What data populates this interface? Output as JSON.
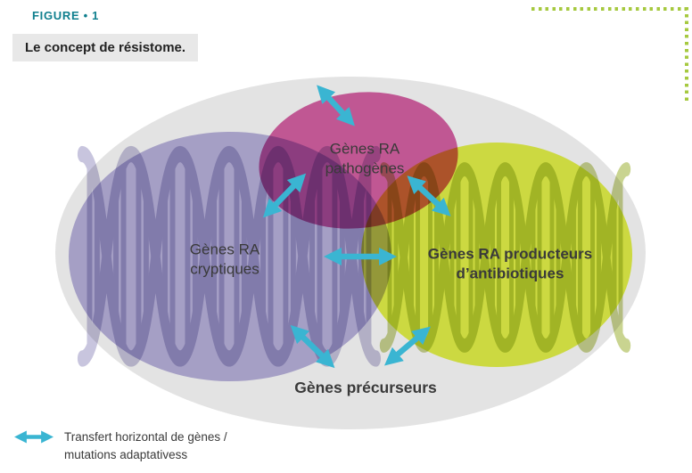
{
  "figure": {
    "label": "FIGURE • 1",
    "title": "Le concept de résistome."
  },
  "regions": {
    "pathogenes": {
      "line1": "Gènes RA",
      "line2": "pathogènes"
    },
    "cryptiques": {
      "line1": "Gènes RA",
      "line2": "cryptiques"
    },
    "producteurs": {
      "line1": "Gènes RA producteurs",
      "line2": "d’antibiotiques"
    },
    "precurseurs": {
      "label": "Gènes précurseurs"
    }
  },
  "legend": {
    "line1": "Transfert horizontal de gènes /",
    "line2": "mutations adaptativess"
  },
  "icons": {
    "legend_arrow": "double-headed-arrow-icon",
    "dna": "dna-helix-watermark"
  },
  "colors": {
    "figure_label": "#0f7f8e",
    "title_bg": "#e8e8e8",
    "outer_ellipse": "#dcdcdc",
    "cryptic_ellipse": "#a6a0cd",
    "pathogen_ellipse": "#c05793",
    "producer_ellipse": "#ccd941",
    "arrow": "#3ab5d2",
    "dotted_border": "#a6c93f"
  }
}
